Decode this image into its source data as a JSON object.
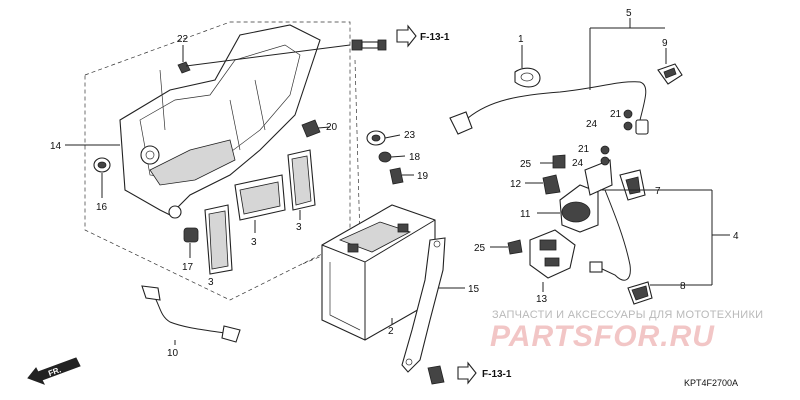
{
  "diagram": {
    "callouts": [
      "1",
      "2",
      "3",
      "3",
      "3",
      "3",
      "4",
      "5",
      "7",
      "8",
      "9",
      "10",
      "11",
      "12",
      "13",
      "14",
      "15",
      "16",
      "17",
      "18",
      "19",
      "20",
      "21",
      "21",
      "22",
      "23",
      "24",
      "24",
      "25",
      "25"
    ],
    "refs": [
      "F-13-1",
      "F-13-1"
    ],
    "figure_code": "KPT4F2700A",
    "direction_label": "FR."
  },
  "watermark": {
    "subtitle": "ЗАПЧАСТИ И АКСЕССУАРЫ ДЛЯ МОТОТЕХНИКИ",
    "logo": "PARTSFOR.RU"
  },
  "colors": {
    "watermark_logo": "#f2c6c6",
    "watermark_text": "#b9b9b9",
    "line": "#222222"
  }
}
